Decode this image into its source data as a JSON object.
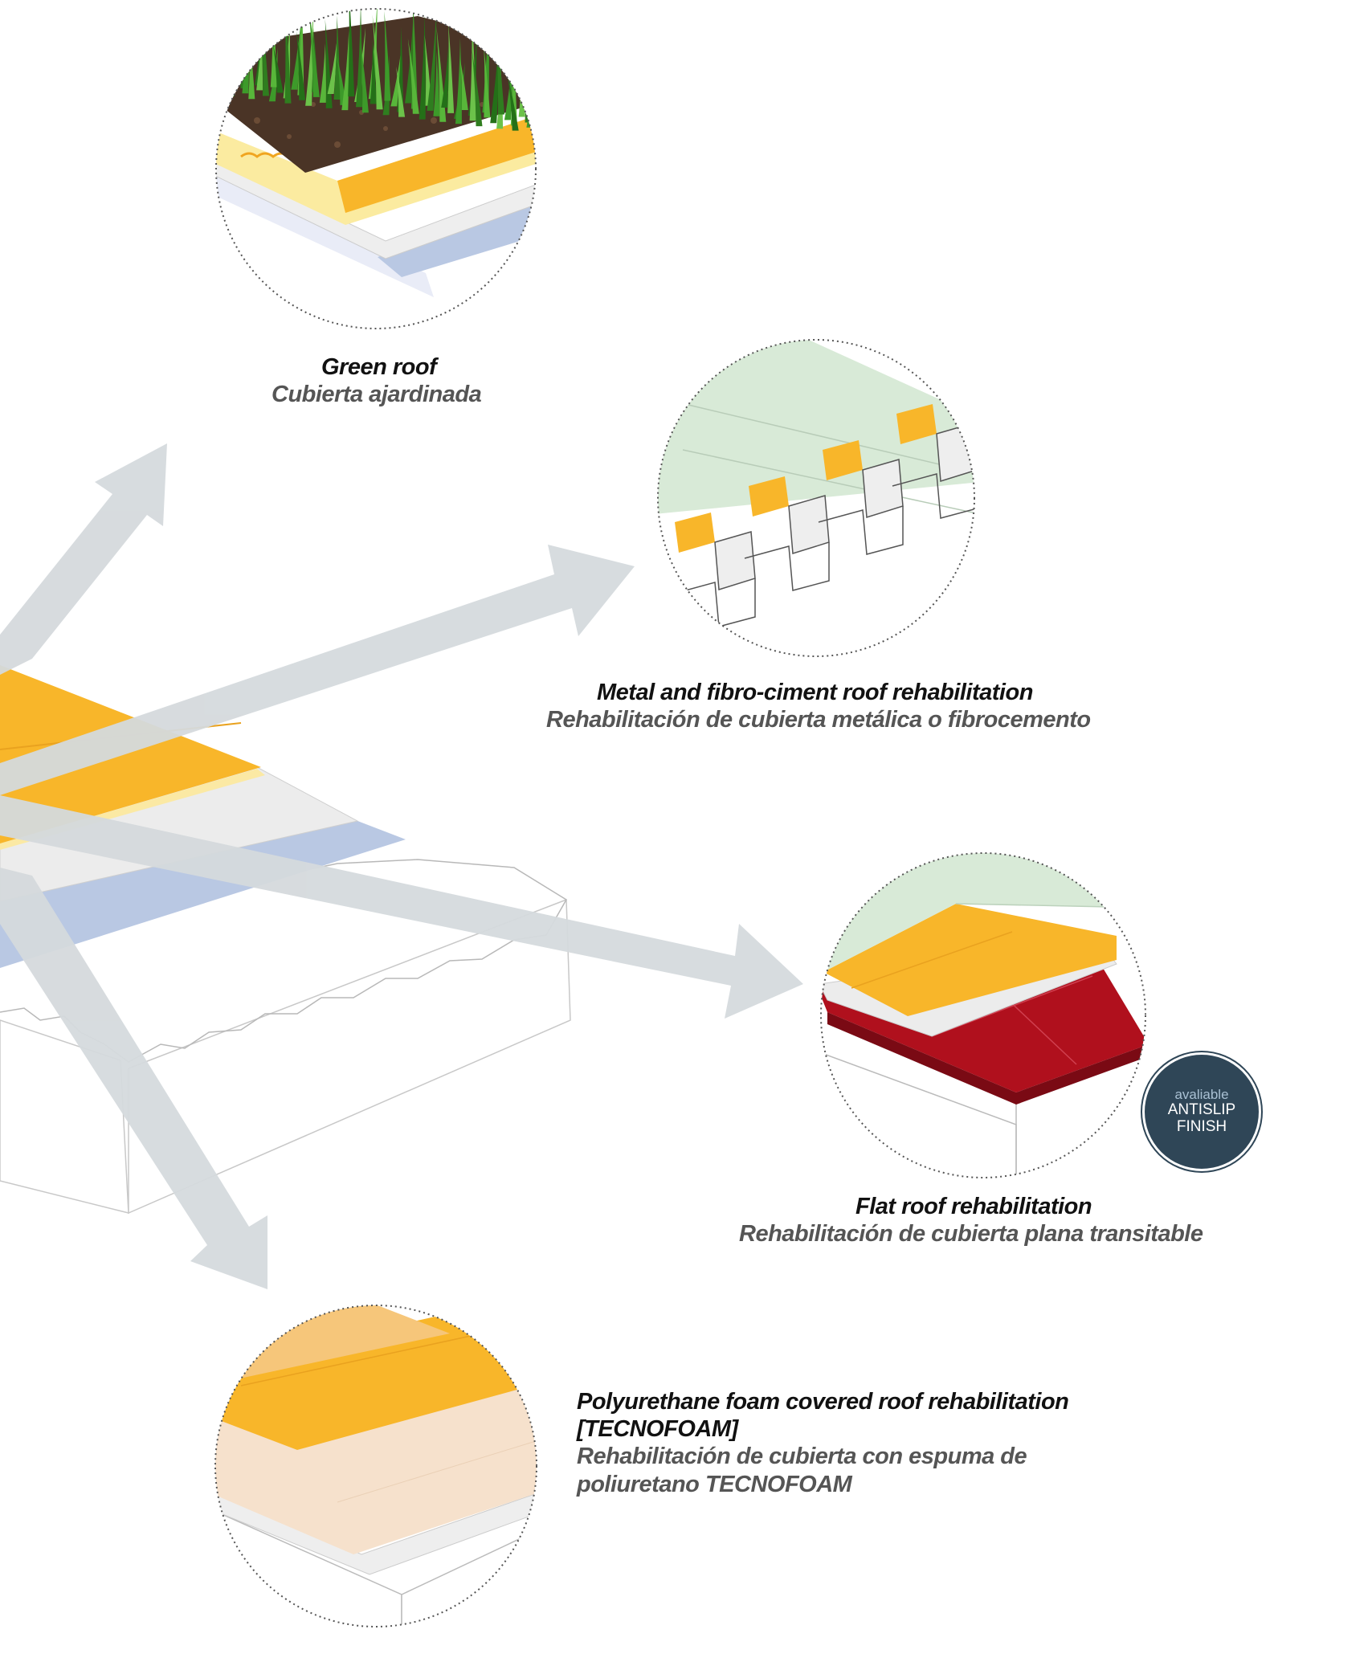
{
  "colors": {
    "insulation_orange": "#f8b62a",
    "foam_pale_orange": "#f6c67a",
    "membrane_grey": "#ececec",
    "board_blue": "#b9c8e3",
    "arrow_grey": "#d5dadd",
    "grass_green": "#3d9a2a",
    "soil_brown": "#4a3426",
    "mint_membrane": "#d8ead7",
    "tile_red": "#b0101d",
    "foam_beige": "#f6e1cc",
    "badge_navy": "#2f4657"
  },
  "captions": {
    "green_roof": {
      "en": "Green roof",
      "es": "Cubierta ajardinada"
    },
    "metal_roof": {
      "en": "Metal and fibro-ciment roof rehabilitation",
      "es": "Rehabilitación de cubierta metálica o fibrocemento"
    },
    "flat_roof": {
      "en": "Flat roof rehabilitation",
      "es": "Rehabilitación de cubierta plana transitable"
    },
    "pu_roof": {
      "en_line1": "Polyurethane foam covered roof rehabilitation",
      "en_line2": "[TECNOFOAM]",
      "es_line1": "Rehabilitación de cubierta con espuma de",
      "es_line2": "poliuretano TECNOFOAM"
    }
  },
  "badge": {
    "line1": "avaliable",
    "line2": "ANTISLIP",
    "line3": "FINISH"
  },
  "icons": {
    "arrows": "block-arrow-icon",
    "detail_circles": "dotted-circle-detail"
  }
}
